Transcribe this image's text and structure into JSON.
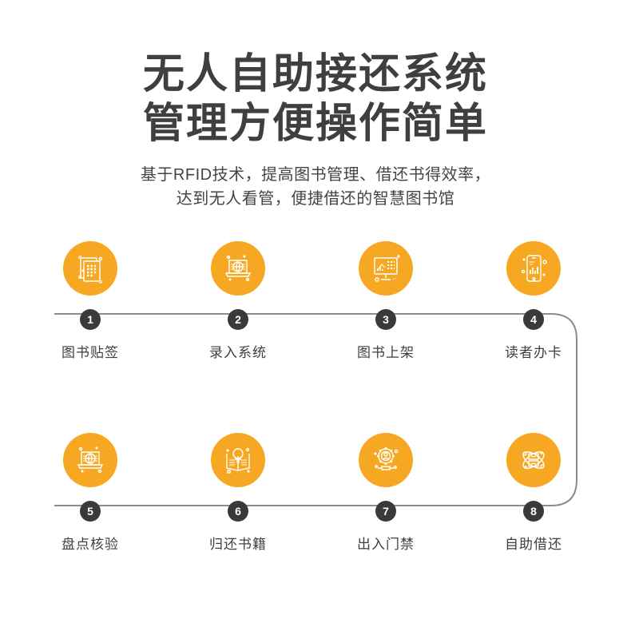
{
  "header": {
    "title_lines": [
      "无人自助接还系统",
      "管理方便操作简单"
    ],
    "subtitle_lines": [
      "基于RFID技术，提高图书管理、借还书得效率，",
      "达到无人看管，便捷借还的智慧图书馆"
    ]
  },
  "theme": {
    "accent": "#f7a823",
    "badge": "#3a3a3a",
    "text": "#3f3f3f",
    "line": "#8c8c8c"
  },
  "flow": {
    "row1": [
      {
        "number": "1",
        "label": "图书贴签",
        "icon": "binary-document-icon"
      },
      {
        "number": "2",
        "label": "录入系统",
        "icon": "laptop-globe-icon"
      },
      {
        "number": "3",
        "label": "图书上架",
        "icon": "monitor-chart-icon"
      },
      {
        "number": "4",
        "label": "读者办卡",
        "icon": "phone-chart-icon"
      }
    ],
    "row2": [
      {
        "number": "5",
        "label": "盘点核验",
        "icon": "laptop-globe-icon"
      },
      {
        "number": "6",
        "label": "归还书籍",
        "icon": "book-lightbulb-icon"
      },
      {
        "number": "7",
        "label": "出入门禁",
        "icon": "gear-person-icon"
      },
      {
        "number": "8",
        "label": "自助借还",
        "icon": "atom-server-icon"
      }
    ]
  }
}
